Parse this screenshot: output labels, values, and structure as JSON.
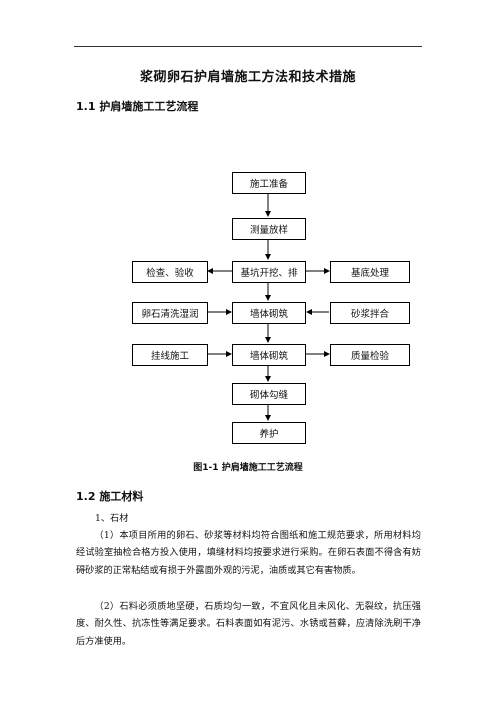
{
  "document": {
    "title": "浆砌卵石护肩墙施工方法和技术措施",
    "section1": "1.1 护肩墙施工工艺流程",
    "flowchart": {
      "start": "施工准备",
      "survey": "测量放样",
      "inspect": "检查、验收",
      "excavate": "基坑开挖、排",
      "foundation": "基底处理",
      "wash": "卵石清洗湿润",
      "masonry1": "墙体砌筑",
      "mortar": "砂浆拌合",
      "line": "挂线施工",
      "masonry2": "墙体砌筑",
      "quality": "质量检验",
      "pointing": "砌体勾缝",
      "curing": "养护"
    },
    "figure_caption": "图1-1 护肩墙施工工艺流程",
    "section2": "1.2 施工材料",
    "item1": "1、石材",
    "para1": "（1）本项目所用的卵石、砂浆等材料均符合图纸和施工规范要求，所用材料均经试验室抽检合格方投入使用，填缝材料均按要求进行采购。在卵石表面不得含有妨碍砂浆的正常粘结或有损于外露面外观的污泥，油质或其它有害物质。",
    "para2": "（2）石料必须质地坚硬，石质均匀一致，不宜风化且未风化、无裂纹，抗压强度、耐久性、抗冻性等满足要求。石料表面如有泥污、水锈或苔藓，应清除洗刷干净后方准使用。"
  }
}
